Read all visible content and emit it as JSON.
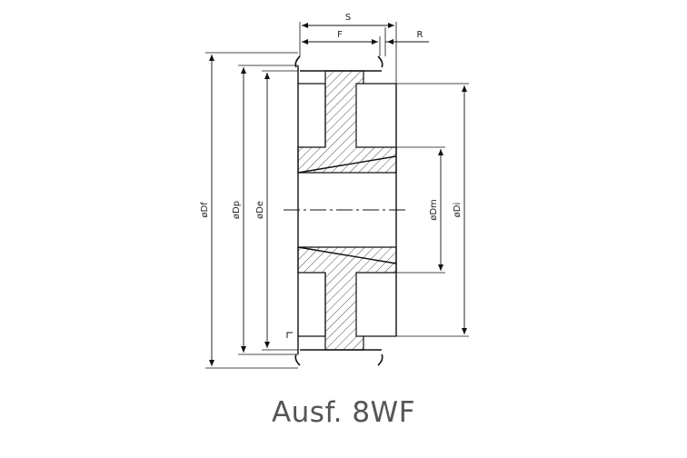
{
  "labels": {
    "s": "S",
    "f": "F",
    "r": "R",
    "df": "øDf",
    "dp": "øDp",
    "de": "øDe",
    "dm": "øDm",
    "di": "øDi"
  },
  "caption": "Ausf. 8WF"
}
